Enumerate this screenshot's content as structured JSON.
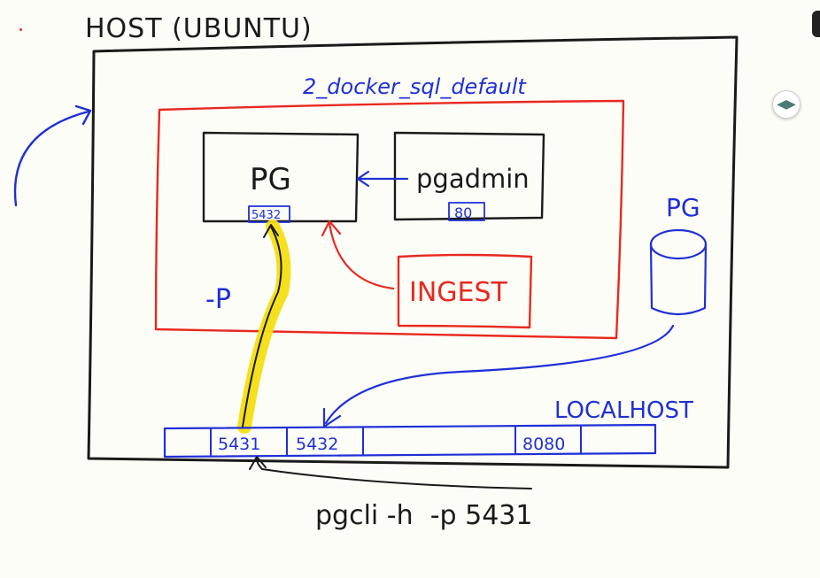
{
  "host_label": "HOST (UBUNTU)",
  "network_label": "2_docker_sql_default",
  "pg_container": {
    "name": "PG",
    "port": "5432"
  },
  "pgadmin_container": {
    "name": "pgadmin",
    "port": "80"
  },
  "ingest_box": {
    "label": "INGEST"
  },
  "p_flag_label": "-P",
  "volume_label": "PG",
  "localhost_label": "LOCALHOST",
  "host_ports": [
    "5431",
    "5432",
    "8080"
  ],
  "command_text": "pgcli -h  -p 5431",
  "colors": {
    "ink": "#1a1a1a",
    "blue": "#1f2fd6",
    "red": "#e8291f",
    "highlight": "#f4de12",
    "background": "#fdfdf8"
  },
  "icons": {
    "nav_button": "prev-next-arrow-icon"
  }
}
